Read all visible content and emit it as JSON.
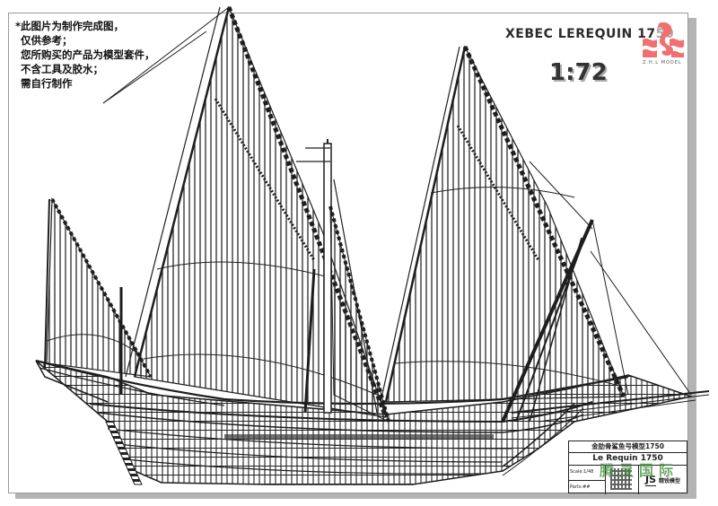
{
  "note": {
    "lines": [
      "*此图片为制作完成图，",
      "仅供参考；",
      "您所购买的产品为模型套件，",
      "不含工具及胶水；",
      "需自行制作"
    ]
  },
  "header": {
    "title": "XEBEC LEREQUIN 17",
    "title_faded_suffix": "50",
    "scale": "1:72"
  },
  "logo": {
    "caption": "Z.H.L MODEL",
    "color": "#f07070"
  },
  "cartouche": {
    "title_cn": "金肋骨鲨鱼号模型1750",
    "title_en": "Le Requin 1750",
    "field_scale_label": "Scale:1/48",
    "field_parts_label": "Parts:##",
    "brand_mark": "JS",
    "brand_text": "精锐模型"
  },
  "watermark": {
    "text": "腾灵国际",
    "color": "#3f8f3a"
  },
  "drawing": {
    "subject": "Xebec Le Requin 1750 sail plan, side elevation",
    "masts": [
      "mizzen",
      "main",
      "fore",
      "bowsprit"
    ],
    "line_color": "#1e1e1e"
  }
}
